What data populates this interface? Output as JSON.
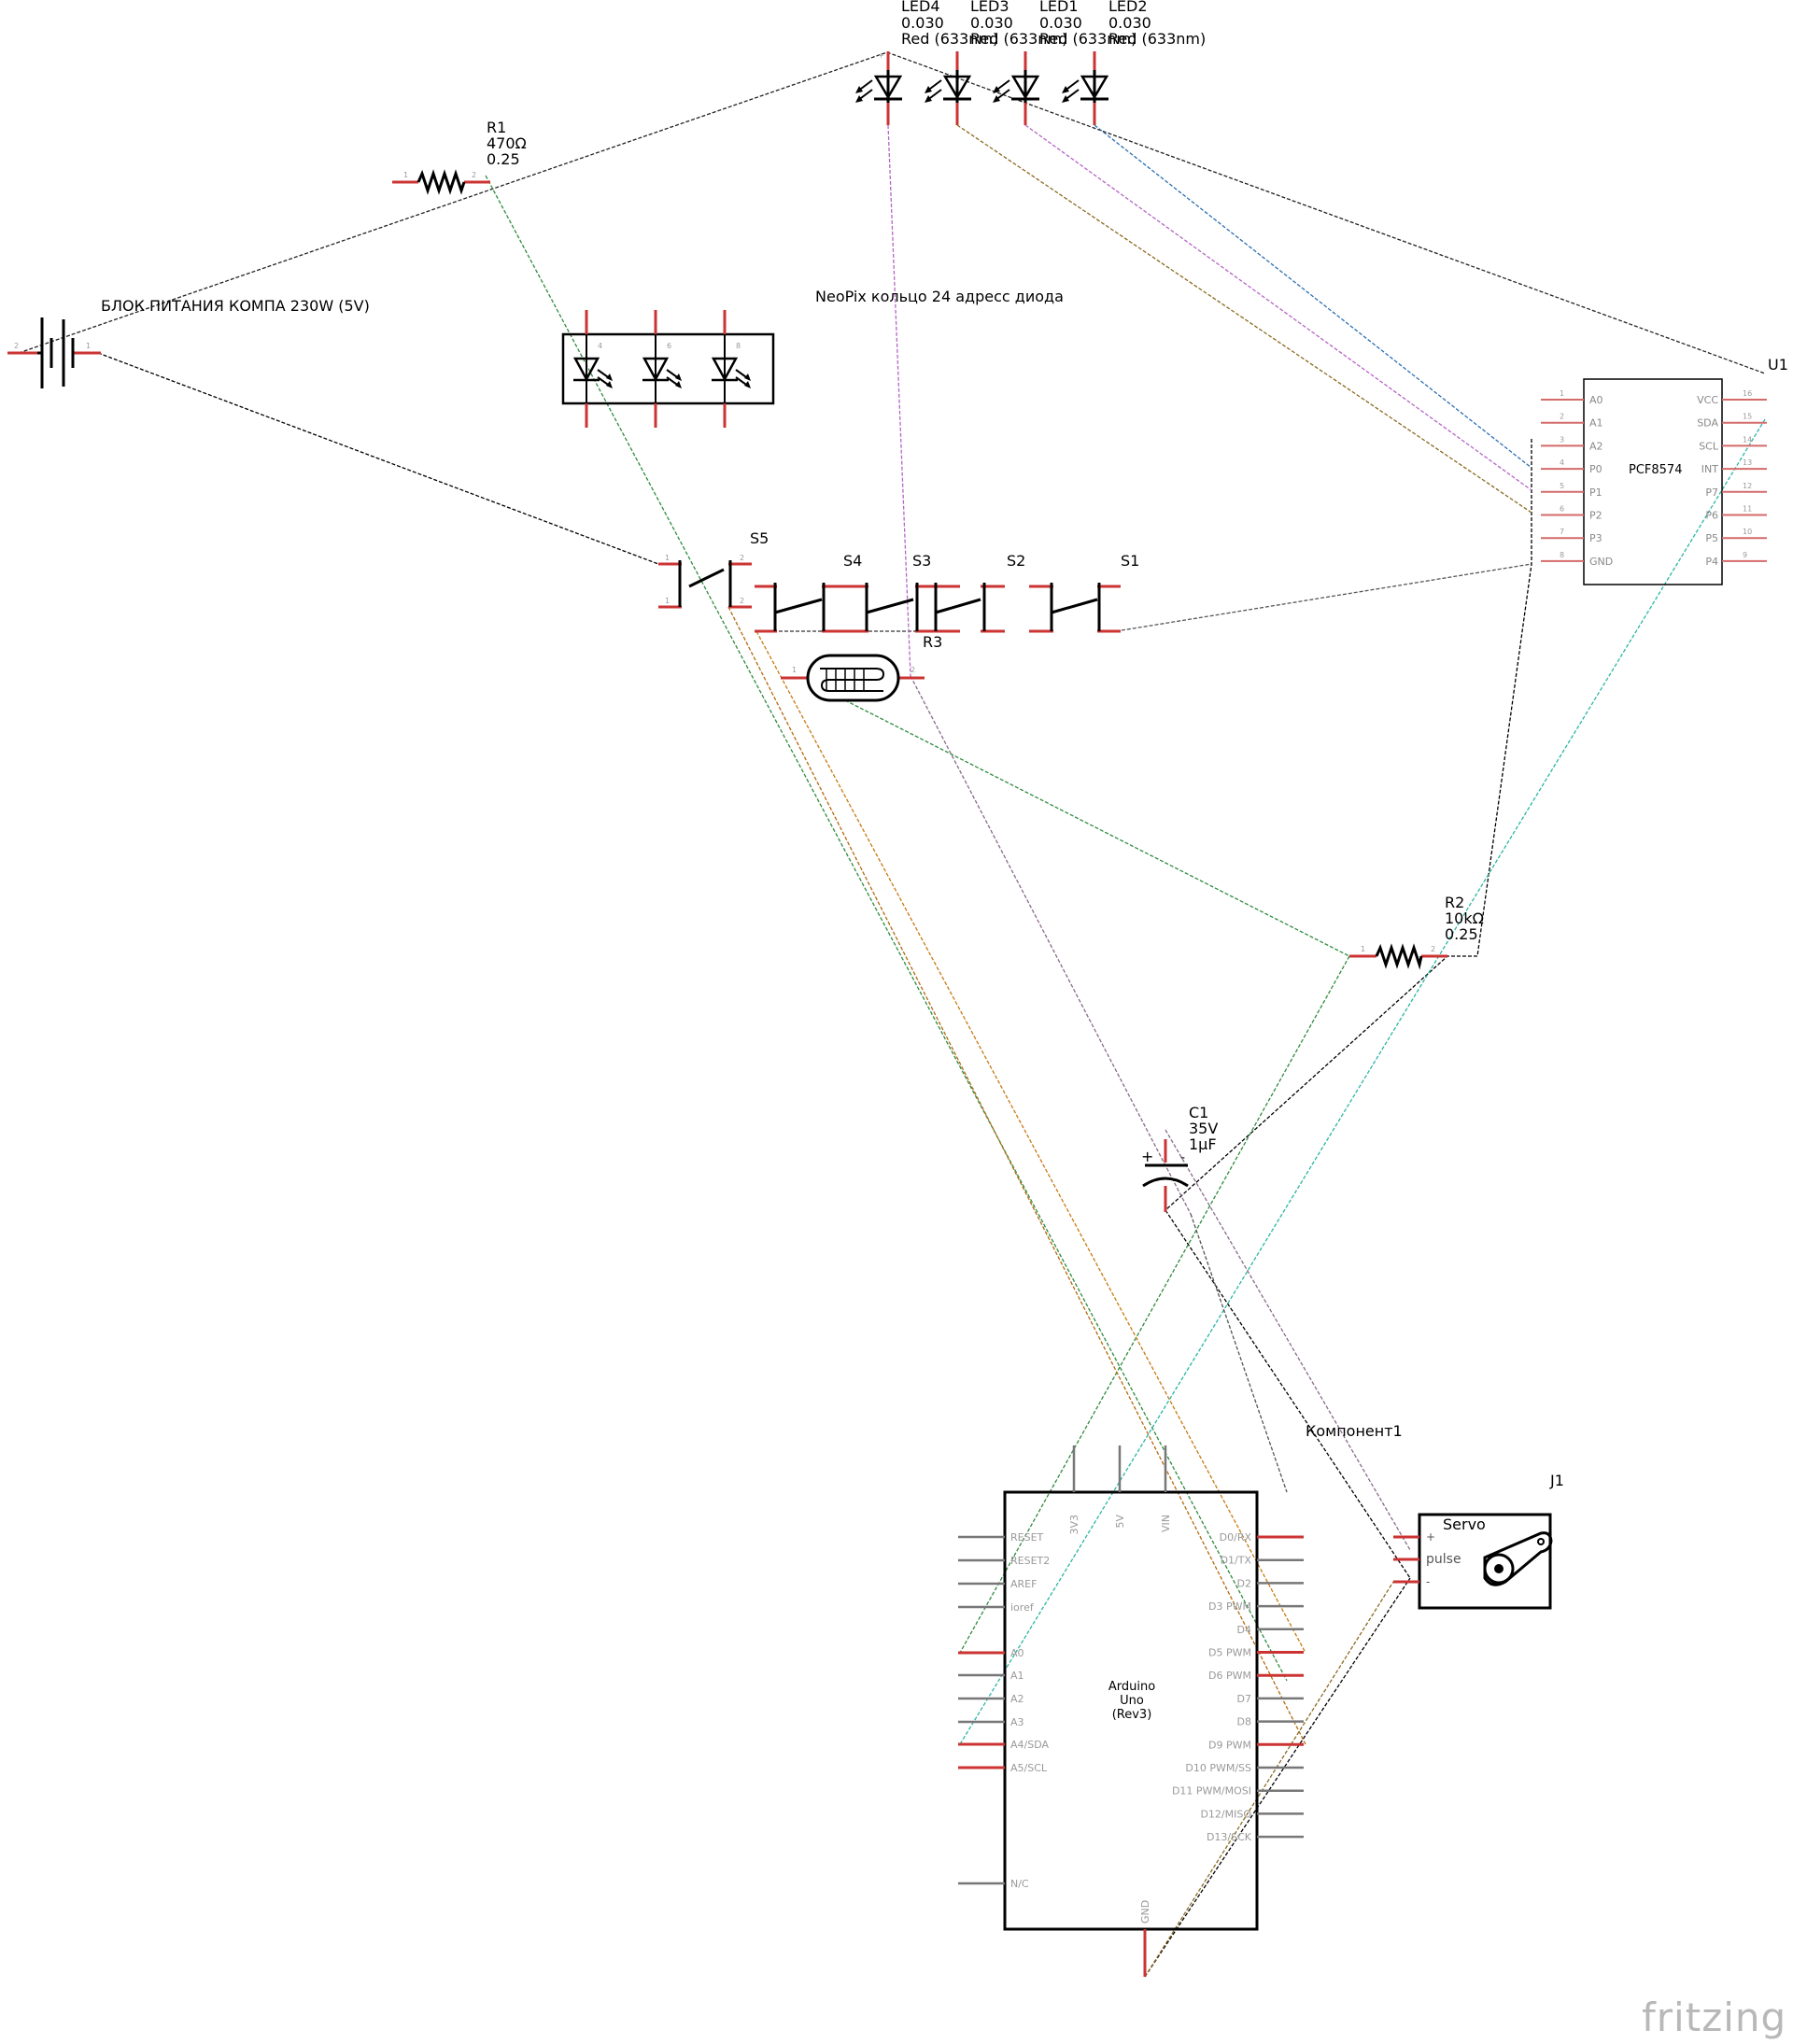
{
  "leds": [
    {
      "name": "LED4",
      "value": "0.030",
      "color": "Red (633nm)"
    },
    {
      "name": "LED3",
      "value": "0.030",
      "color": "Red (633nm)"
    },
    {
      "name": "LED1",
      "value": "0.030",
      "color": "Red (633nm)"
    },
    {
      "name": "LED2",
      "value": "0.030",
      "color": "Red (633nm)"
    }
  ],
  "r1": {
    "name": "R1",
    "value": "470Ω",
    "power": "0.25"
  },
  "r2": {
    "name": "R2",
    "value": "10kΩ",
    "power": "0.25"
  },
  "r3": {
    "name": "R3"
  },
  "psu": {
    "label": "БЛОК ПИТАНИЯ КОМПА 230W (5V)"
  },
  "neopixel": {
    "label": "NeoPix кольцо 24 адресс диода"
  },
  "switches": [
    "S5",
    "S4",
    "S3",
    "S2",
    "S1"
  ],
  "c1": {
    "name": "C1",
    "voltage": "35V",
    "capacitance": "1µF"
  },
  "u1": {
    "name": "U1",
    "chip": "PCF8574",
    "left_pins": [
      [
        "1",
        "A0"
      ],
      [
        "2",
        "A1"
      ],
      [
        "3",
        "A2"
      ],
      [
        "4",
        "P0"
      ],
      [
        "5",
        "P1"
      ],
      [
        "6",
        "P2"
      ],
      [
        "7",
        "P3"
      ],
      [
        "8",
        "GND"
      ]
    ],
    "right_pins": [
      [
        "16",
        "VCC"
      ],
      [
        "15",
        "SDA"
      ],
      [
        "14",
        "SCL"
      ],
      [
        "13",
        "INT"
      ],
      [
        "12",
        "P7"
      ],
      [
        "11",
        "P6"
      ],
      [
        "10",
        "P5"
      ],
      [
        "9",
        "P4"
      ]
    ]
  },
  "arduino": {
    "title_lines": [
      "Arduino",
      "Uno",
      "(Rev3)"
    ],
    "top_pins": [
      "3V3",
      "5V",
      "VIN"
    ],
    "bottom_pin": "GND",
    "left_pins": [
      "RESET",
      "RESET2",
      "AREF",
      "ioref",
      "A0",
      "A1",
      "A2",
      "A3",
      "A4/SDA",
      "A5/SCL",
      "N/C"
    ],
    "right_pins": [
      "D0/RX",
      "D1/TX",
      "D2",
      "D3 PWM",
      "D4",
      "D5 PWM",
      "D6 PWM",
      "D7",
      "D8",
      "D9 PWM",
      "D10 PWM/SS",
      "D11 PWM/MOSI",
      "D12/MISO",
      "D13/SCK"
    ]
  },
  "servo": {
    "ref": "J1",
    "label": "Servo",
    "pins": [
      "+",
      "pulse",
      "-"
    ]
  },
  "component_label": "Компонент1",
  "logo": "fritzing",
  "colors": {
    "pin": "#cc3333",
    "ground_wire": "#000000",
    "accent_green": "#2e8b3e",
    "accent_orange": "#c77a12",
    "accent_teal": "#2ab5a5",
    "accent_blue": "#2c6fb0",
    "accent_purple": "#b565c4"
  }
}
